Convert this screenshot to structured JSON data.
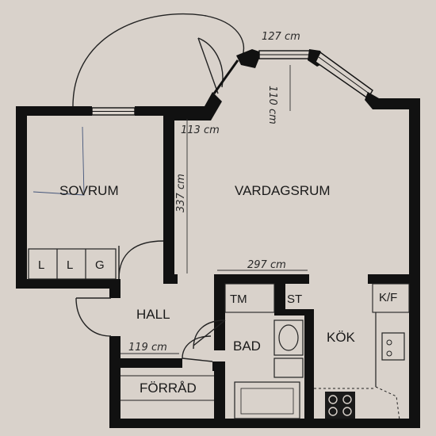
{
  "rooms": {
    "sovrum": "SOVRUM",
    "vardagsrum": "VARDAGSRUM",
    "hall": "HALL",
    "bad": "BAD",
    "kok": "KÖK",
    "forrad": "FÖRRÅD"
  },
  "fixtures": {
    "l1": "L",
    "l2": "L",
    "g": "G",
    "tm": "TM",
    "st": "ST",
    "kf": "K/F"
  },
  "dimensions": {
    "top_window": "127 cm",
    "bay_depth": "110 cm",
    "corner": "113 cm",
    "wall_height": "337 cm",
    "kitchen_width": "297 cm",
    "hall_width": "119 cm"
  },
  "colors": {
    "paper": "#d9d2cb",
    "wall": "#111111"
  }
}
